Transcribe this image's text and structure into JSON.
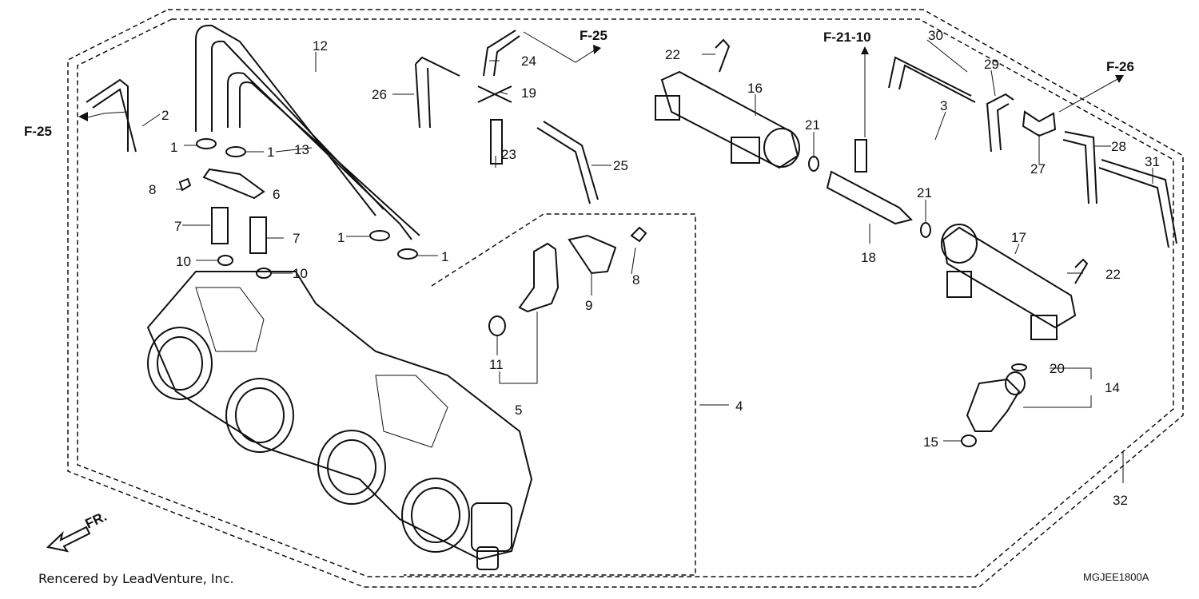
{
  "diagram": {
    "part_labels": [
      "1",
      "1",
      "1",
      "1",
      "2",
      "3",
      "4",
      "5",
      "6",
      "7",
      "7",
      "8",
      "8",
      "9",
      "10",
      "10",
      "11",
      "12",
      "13",
      "14",
      "15",
      "16",
      "17",
      "18",
      "19",
      "20",
      "21",
      "21",
      "22",
      "22",
      "23",
      "24",
      "25",
      "26",
      "27",
      "28",
      "29",
      "30",
      "31",
      "32"
    ],
    "references": [
      "F-25",
      "F-25",
      "F-21-10",
      "F-26"
    ],
    "front_marker": "FR.",
    "credit": "Rencered by LeadVenture, Inc.",
    "code": "MGJEE1800A"
  }
}
